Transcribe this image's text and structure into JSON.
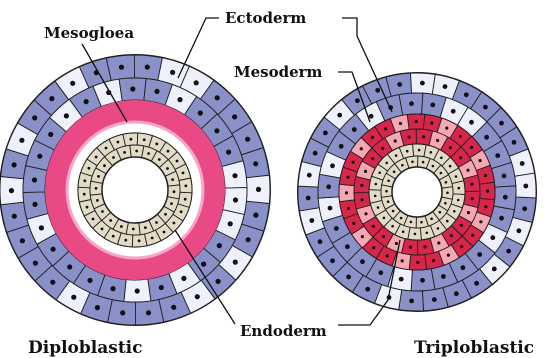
{
  "labels": {
    "mesogloea": "Mesogloea",
    "ectoderm": "Ectoderm",
    "mesoderm": "Mesoderm",
    "endoderm": "Endoderm",
    "diploblastic": "Diploblastic",
    "triploblastic": "Triploblastic"
  },
  "colors": {
    "ectoderm_dark": "#8a91c9",
    "ectoderm_light": "#eef0fb",
    "mesogloea": "#e94a86",
    "mesogloea_inner": "#f6a6c4",
    "mesoderm_dark": "#d8264a",
    "mesoderm_light": "#f7a7b4",
    "endoderm": "#3e2f1c",
    "endoderm_cell": "#e2dcc6",
    "nucleus": "#111111",
    "outline": "#202020"
  },
  "figures": {
    "diploblastic": {
      "germ_layers": [
        "ectoderm",
        "mesogloea",
        "endoderm"
      ]
    },
    "triploblastic": {
      "germ_layers": [
        "ectoderm",
        "mesoderm",
        "endoderm"
      ]
    }
  }
}
